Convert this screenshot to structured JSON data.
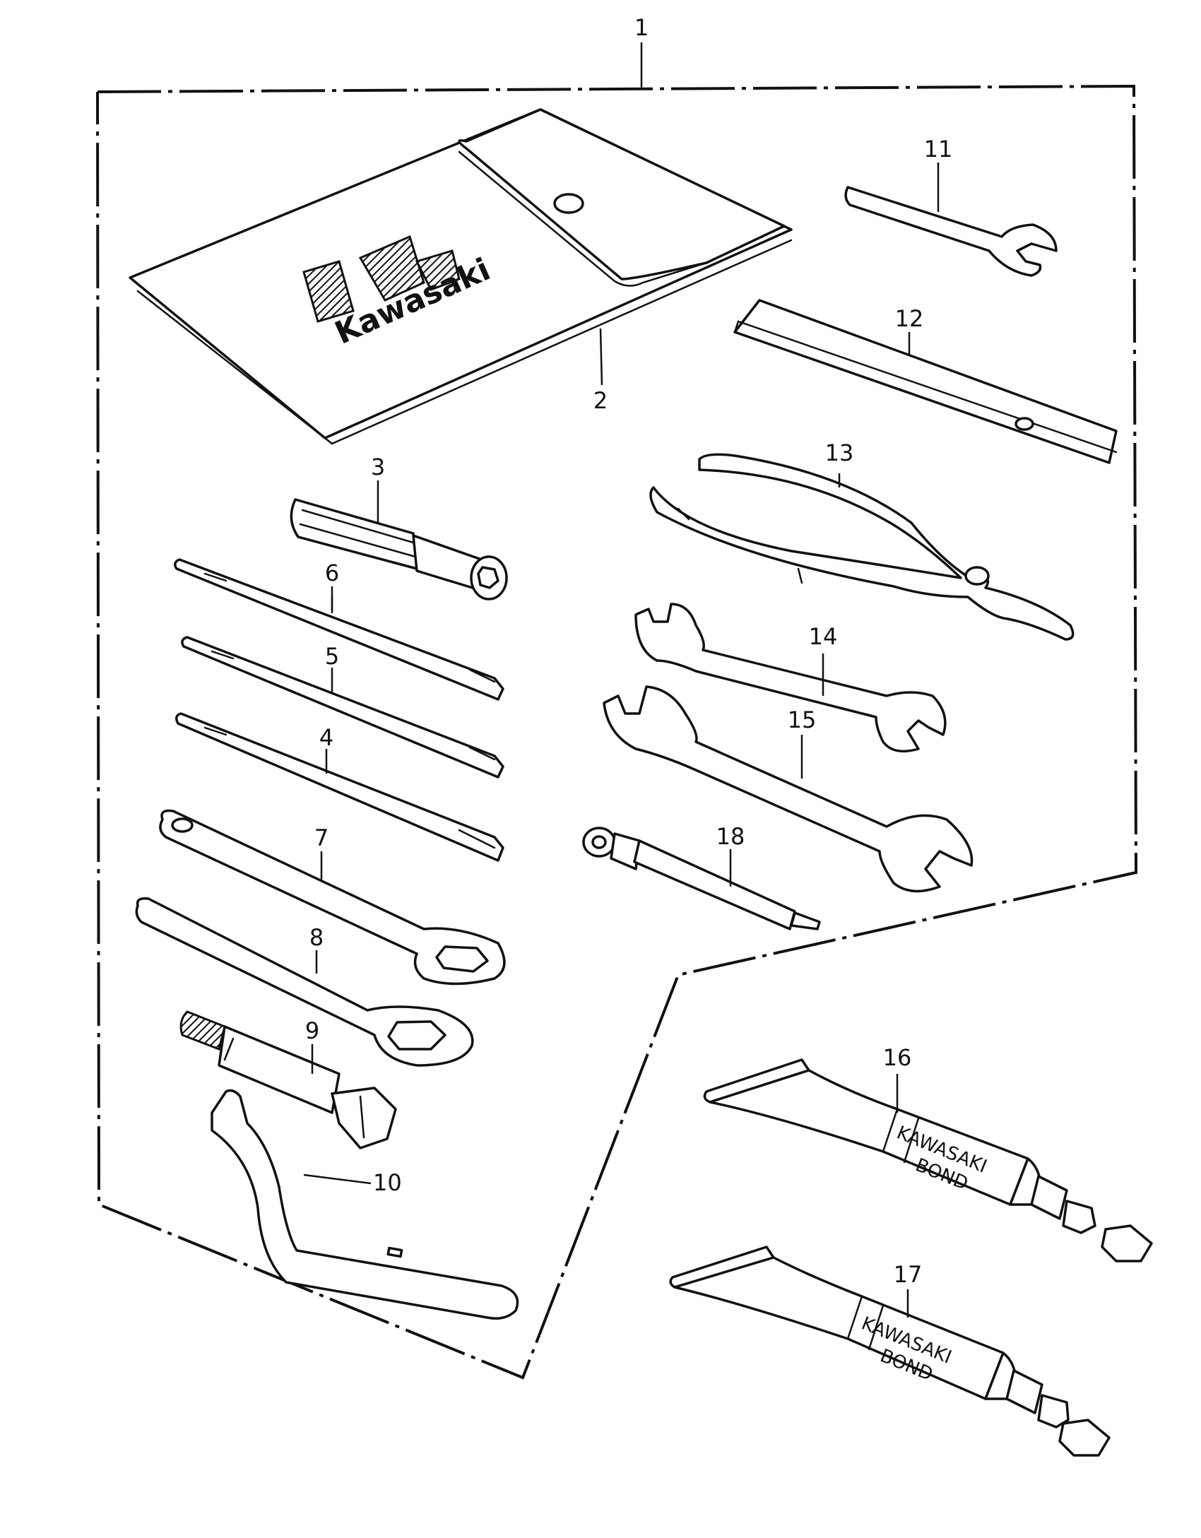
{
  "callouts": {
    "kit": "1",
    "pouch": "2",
    "handle": "3",
    "driver4": "4",
    "driver5": "5",
    "driver6": "6",
    "box7": "7",
    "box8": "8",
    "plugwrench": "9",
    "hookspanner": "10",
    "open11": "11",
    "bar12": "12",
    "pliers": "13",
    "open14": "14",
    "open15": "15",
    "tube16": "16",
    "tube17": "17",
    "adjuster": "18"
  },
  "printed_text": {
    "pouch_logo": "Kawasaki",
    "tube16_line1": "KAWASAKI",
    "tube16_line2": "BOND",
    "tube17_line1": "KAWASAKI",
    "tube17_line2": "BOND"
  }
}
